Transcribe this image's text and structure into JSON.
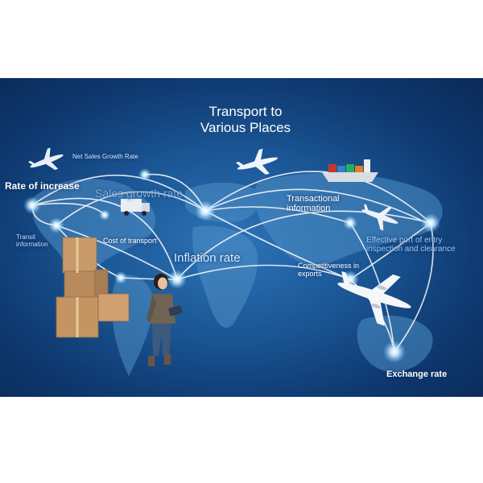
{
  "title": {
    "line1": "Transport to",
    "line2": "Various Places"
  },
  "labels": {
    "rate_of_increase": "Rate of increase",
    "net_sales_growth_rate": "Net Sales Growth Rate",
    "sales_growth_rate": "Sales growth rate",
    "transit_information": "Transit information",
    "cost_of_transport": "Cost of transport",
    "inflation_rate": "Inflation rate",
    "transactional_information": "Transactional information",
    "effective_port_of_entry": "Effective port of entry inspection and clearance",
    "competitiveness_in_exports": "Competitiveness in exports",
    "exchange_rate": "Exchange rate"
  },
  "colors": {
    "background_deep": "#0a2a58",
    "background_light": "#2d74b8",
    "map_land": "#4f8fc6",
    "glow_lines": "#ffffff"
  },
  "icons": [
    "airplane-icon",
    "cargo-ship-icon",
    "delivery-truck-icon",
    "cardboard-boxes-icon",
    "woman-with-tablet-figure"
  ]
}
